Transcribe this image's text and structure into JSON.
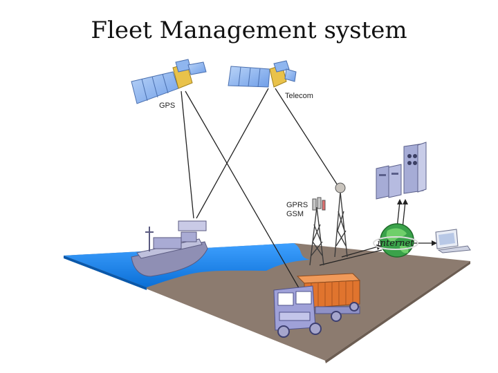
{
  "slide": {
    "title": "Fleet Management system"
  },
  "labels": {
    "gps": "GPS",
    "telecom": "Telecom",
    "gprs": "GPRS",
    "gsm": "GSM",
    "internet": "internet"
  },
  "colors": {
    "water": "#1e90ff",
    "land": "#8c7b6f",
    "panel": "#8fb6ef",
    "satellite_body": "#e9c24a",
    "truck_cargo": "#e0742e",
    "truck_cab": "#9fa1d8",
    "ship_hull": "#8f8fb4",
    "server": "#a6acd6",
    "globe": "#3aa24a"
  },
  "icons": {
    "gps_satellite": "satellite-icon",
    "telecom_satellite": "satellite-icon",
    "ship": "cargo-ship-icon",
    "truck": "truck-icon",
    "antenna": "radio-tower-icon",
    "globe": "globe-icon",
    "servers": "server-icon",
    "monitor": "monitor-icon"
  }
}
